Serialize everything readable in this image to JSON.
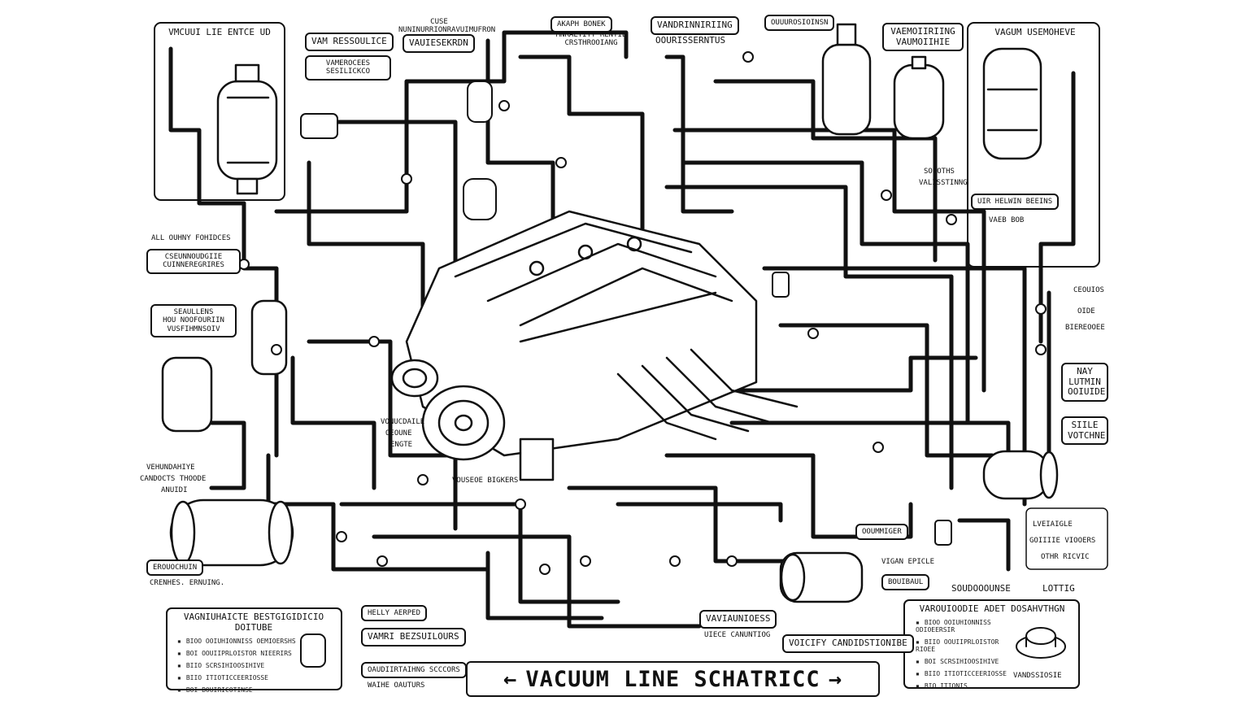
{
  "title": {
    "text": "VACUUM LINE SCHATRICC",
    "left_arrow": "←",
    "right_arrow": "→"
  },
  "labels": {
    "top_left_panel": "VMCUUI LIE ENTCE UD",
    "vam_box_1": "VAM RESSOULICE",
    "vam_box_2": "VAMEROCEES SESILICKCO",
    "top_center_small": "CUSE NUNINURRIONRAVUIMUFRON",
    "top_center_box": "VAUIESEKRDN",
    "top_mid_1": "AKAPH BONEK",
    "top_mid_2": "MNRAETITT RENTIE CRSTHROOIANG",
    "top_mid_right_1": "VANDRINNIRIING",
    "top_mid_right_2": "OOURISSERNTUS",
    "top_right_small": "OUUUROSIOINSN",
    "top_right_box_1": "VAEMOIIRIING",
    "top_right_box_2": "VAUMOIIHIE",
    "top_right_panel": "VAGUM USEMOHEVE",
    "left_side_1": "ALL OUHNY FOHIDCES",
    "left_side_box": "CSEUNNOUDGIIE CUINNEREGRIRES",
    "left_side_box_2a": "SEAULLENS",
    "left_side_box_2b": "HOU NOOFOURIIN",
    "left_side_box_2c": "VUSFIHMNSOIV",
    "left_small_1": "VEHUNDAHIYE",
    "left_small_2": "CANDOCTS THOODE",
    "left_small_3": "ANUIDI",
    "left_bottom_box": "EROUOCHUIN",
    "left_bottom_box_2": "CRENHES. ERNUING.",
    "bottom_left_panel": "VAGNIUHAICTE BESTGIGIDICIO DOITUBE",
    "bottom_left_small": "HELLY AERPED",
    "bottom_left_box": "VAMRI BEZSUILOURS",
    "bottom_left_box_2": "OAUDIIRTAIHNG SCCCORS",
    "bottom_left_small_2": "WAIHE OAUTURS",
    "center_label_1": "VONUCDAILE",
    "center_label_2": "OEOUNE",
    "center_label_3": "ENGTE",
    "center_label_4": "VOUSEOE BIGKERS",
    "right_center_1": "UIR HELWIN BEEINS",
    "right_center_2": "VAEB BOB",
    "right_side_box": "NAY LUTMIN OOIUIDE",
    "right_side_box_2": "SIILE VOTCHNE",
    "bottom_right_box": "VANDSSIOSIE",
    "bottom_right_box_2": "OOUMMIGER",
    "bottom_right_small": "VIGAN EPICLE",
    "bottom_right_small_2": "BOUIBAUL",
    "bottom_right_title_1": "SOUDOOOUNSE",
    "bottom_right_title_2": "LOTTIG",
    "bottom_right_panel": "VAROUIOODIE ADET DOSAHVTHGN",
    "bottom_mid_box": "VAVIAUNIOESS",
    "bottom_mid_box_2": "UIECE CANUNTIOG",
    "bottom_mid_box_3": "VOICIFY CANDIDSTIONIBE",
    "right_far_1": "CEOUIOS",
    "right_far_2": "OIDE",
    "right_far_3": "BIEREOOEE",
    "right_far_4": "OTHR RICVIC",
    "right_far_5": "LVEIAIGLE",
    "right_far_6": "GOIIIIE VIOOERS",
    "sensor_label": "SOLOTHS",
    "sensor_label_2": "VALISSTINNG"
  },
  "legend_bottom_left": [
    "BIOO OOIUHIONNISS OEMIOERSHS",
    "BOI OOUIIPRLOISTOR NIEERIRS",
    "BIIO SCRSIHIOOSIHIVE",
    "BIIO ITIOTICCEERIOSSE",
    "BOI BOUIRICOTINSE"
  ],
  "legend_bottom_right": [
    "BIOO OOIUHIONNISS ODIOEERSIR",
    "BIIO OOUIIPRLOISTOR RIOEE",
    "BOI SCRSIHIOOSIHIVE",
    "BIIO ITIOTICCEERIOSSE",
    "BIO ITIONIS"
  ],
  "icons": [
    "canister-icon",
    "valve-icon",
    "engine-icon",
    "filter-icon",
    "pump-icon",
    "fitting-icon"
  ],
  "colors": {
    "line": "#111111",
    "background": "#ffffff"
  }
}
